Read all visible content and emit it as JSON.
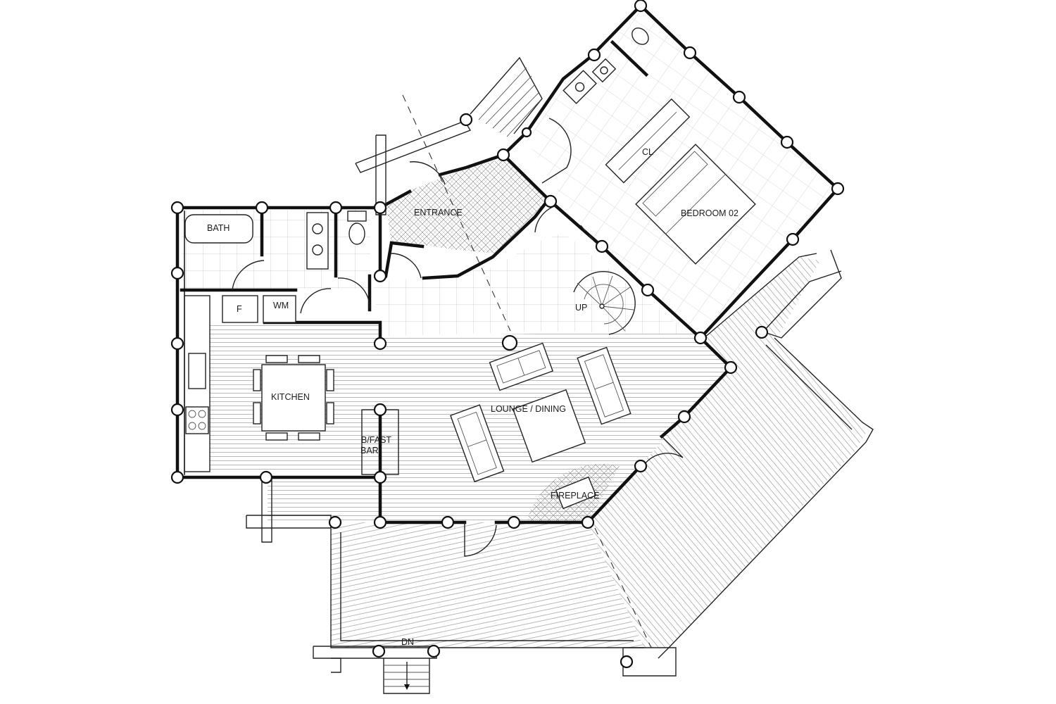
{
  "labels": {
    "bath": "BATH",
    "entrance": "ENTRANCE",
    "cl": "CL",
    "bedroom": "BEDROOM  02",
    "f": "F",
    "wm": "WM",
    "up": "UP",
    "kitchen": "KITCHEN",
    "lounge": "LOUNGE  /  DINING",
    "bfast_line1": "B/FAST",
    "bfast_line2": "BAR",
    "fireplace": "FIREPLACE",
    "dn": "DN"
  },
  "colors": {
    "ink": "#111111",
    "paper": "#ffffff",
    "hatch": "#8a8a8a"
  }
}
